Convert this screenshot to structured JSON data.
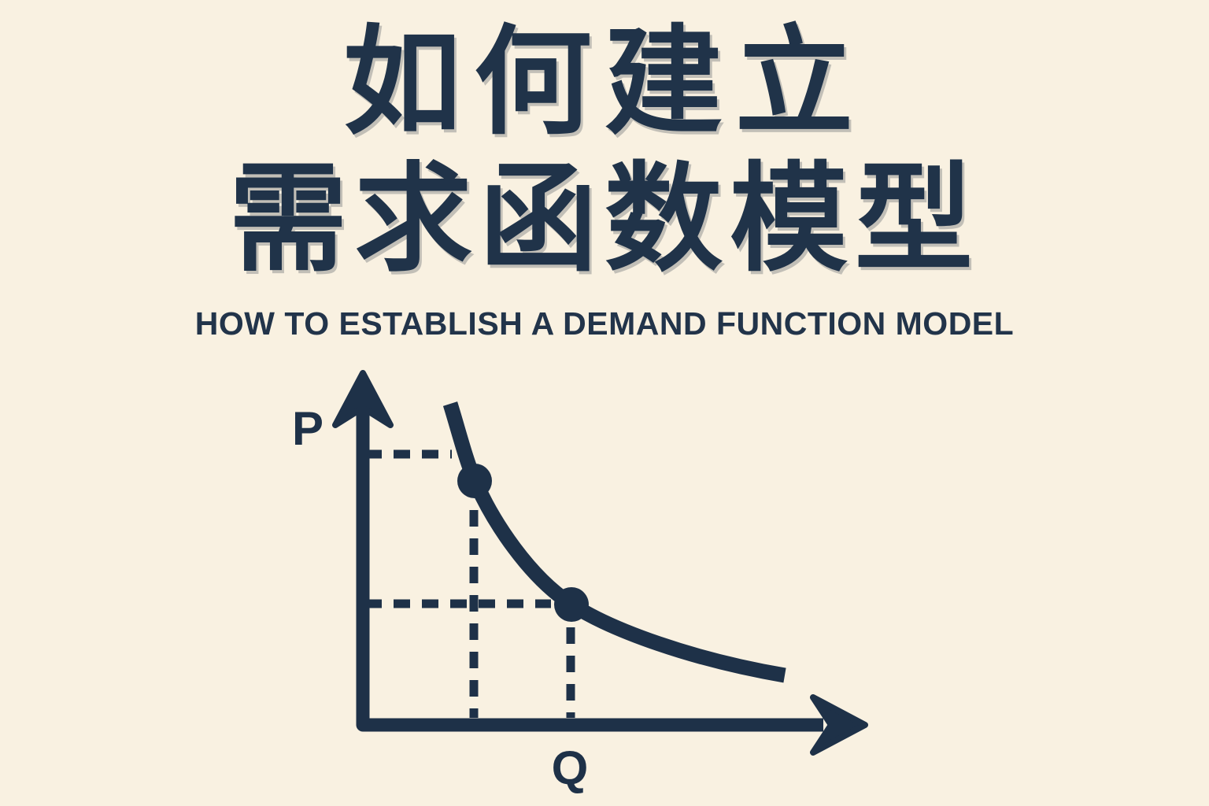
{
  "colors": {
    "background": "#f9f1e1",
    "ink": "#1e3148",
    "title_ink": "#203349"
  },
  "title": {
    "line1": "如何建立",
    "line2": "需求函数模型",
    "subtitle": "HOW TO ESTABLISH A DEMAND FUNCTION MODEL"
  },
  "diagram": {
    "type": "line",
    "y_axis_label": "P",
    "x_axis_label": "Q",
    "curve": "downward-sloping convex demand curve",
    "marked_points": 2,
    "guides": "dashed projection lines from each marked point to both axes"
  }
}
